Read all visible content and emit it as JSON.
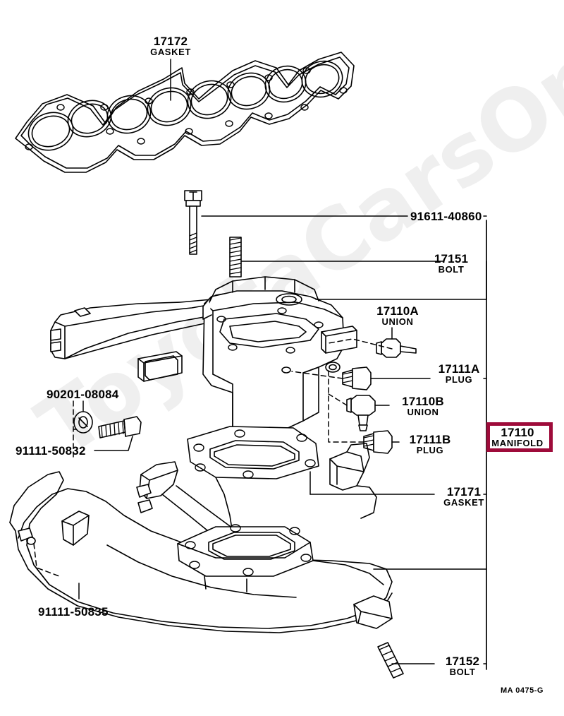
{
  "diagram": {
    "drawing_code": "MA 0475-G",
    "watermark_text": "ToyotaCarsOnline.ru",
    "highlight_color": "#9e0b3a",
    "line_color": "#000000",
    "background": "#ffffff"
  },
  "labels": {
    "gasket_top": {
      "number": "17172",
      "sub": "GASKET"
    },
    "bolt_long": {
      "number": "91611-40860",
      "sub": ""
    },
    "bolt_stud_upper": {
      "number": "17151",
      "sub": "BOLT"
    },
    "union_a": {
      "number": "17110A",
      "sub": "UNION"
    },
    "plug_a": {
      "number": "17111A",
      "sub": "PLUG"
    },
    "union_b": {
      "number": "17110B",
      "sub": "UNION"
    },
    "plug_b": {
      "number": "17111B",
      "sub": "PLUG"
    },
    "washer": {
      "number": "90201-08084",
      "sub": ""
    },
    "bolt_50832": {
      "number": "91111-50832",
      "sub": ""
    },
    "bolt_50835": {
      "number": "91111-50835",
      "sub": ""
    },
    "gasket_mid": {
      "number": "17171",
      "sub": "GASKET"
    },
    "manifold": {
      "number": "17110",
      "sub": "MANIFOLD"
    },
    "bolt_stud_lower": {
      "number": "17152",
      "sub": "BOLT"
    }
  },
  "parts_list": [
    {
      "number": "17172",
      "name": "GASKET"
    },
    {
      "number": "91611-40860",
      "name": ""
    },
    {
      "number": "17151",
      "name": "BOLT"
    },
    {
      "number": "17110A",
      "name": "UNION"
    },
    {
      "number": "17111A",
      "name": "PLUG"
    },
    {
      "number": "17110B",
      "name": "UNION"
    },
    {
      "number": "17111B",
      "name": "PLUG"
    },
    {
      "number": "90201-08084",
      "name": ""
    },
    {
      "number": "91111-50832",
      "name": ""
    },
    {
      "number": "91111-50835",
      "name": ""
    },
    {
      "number": "17171",
      "name": "GASKET"
    },
    {
      "number": "17110",
      "name": "MANIFOLD"
    },
    {
      "number": "17152",
      "name": "BOLT"
    }
  ]
}
